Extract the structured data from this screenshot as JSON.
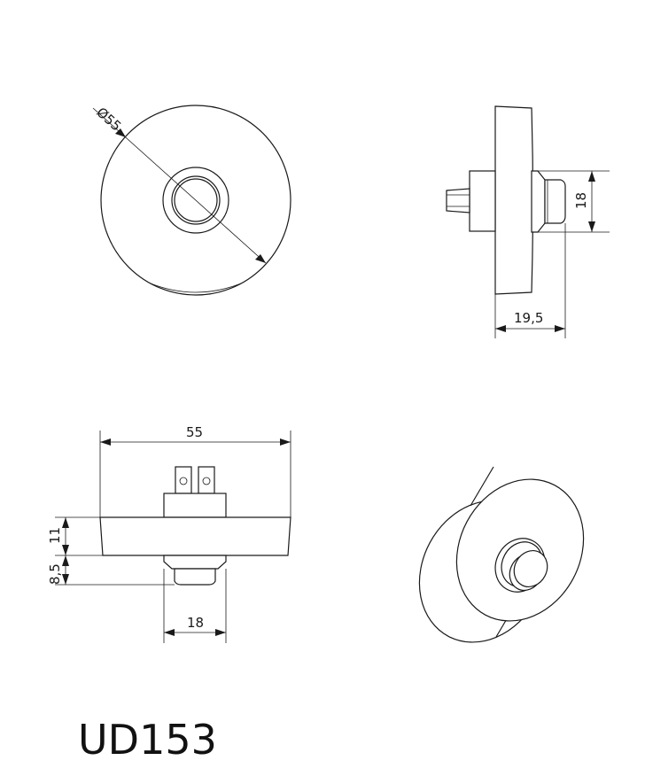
{
  "model_code": "UD153",
  "dimensions": {
    "front_diameter": "Ø55",
    "side_depth": "19,5",
    "side_button_diameter": "18",
    "bottom_width": "55",
    "bottom_body_height": "11",
    "bottom_button_height": "8,5",
    "bottom_button_width": "18"
  },
  "colors": {
    "line": "#1a1a1a",
    "background": "#ffffff"
  }
}
